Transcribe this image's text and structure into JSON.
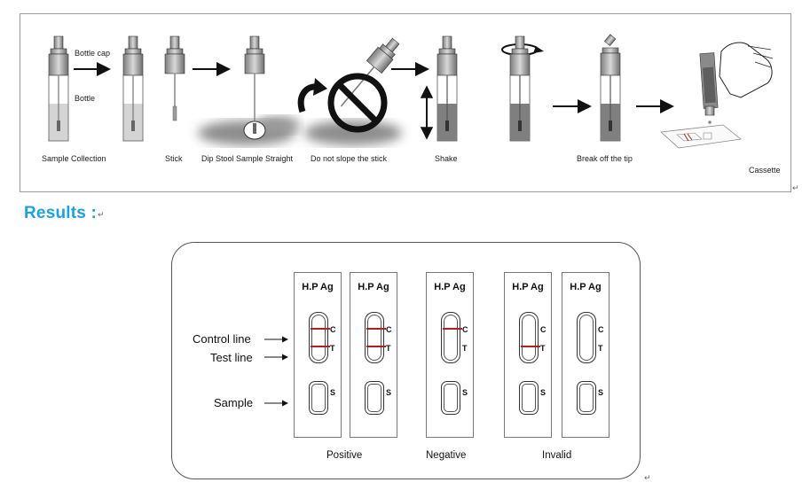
{
  "procedure": {
    "labels": {
      "bottle_cap": "Bottle cap",
      "bottle": "Bottle",
      "sample_collection": "Sample Collection",
      "stick": "Stick",
      "dip": "Dip Stool Sample Straight",
      "no_slope": "Do not slope the stick",
      "shake": "Shake",
      "break_tip": "Break off the tip",
      "cassette": "Cassette"
    },
    "paragraph_mark": "↵"
  },
  "results": {
    "heading": "Results :",
    "paragraph_mark": "↵",
    "pointers": {
      "control": "Control line",
      "test": "Test line",
      "sample": "Sample"
    },
    "card_title": "H.P Ag",
    "letters": {
      "c": "C",
      "t": "T",
      "s": "S"
    },
    "groups": {
      "positive": "Positive",
      "negative": "Negative",
      "invalid": "Invalid"
    },
    "cards": [
      {
        "group": "positive",
        "control_line": true,
        "test_line": true
      },
      {
        "group": "positive",
        "control_line": true,
        "test_line": true
      },
      {
        "group": "negative",
        "control_line": true,
        "test_line": false
      },
      {
        "group": "invalid",
        "control_line": false,
        "test_line": true
      },
      {
        "group": "invalid",
        "control_line": false,
        "test_line": false
      }
    ],
    "line_color": "#b41e1e"
  },
  "colors": {
    "heading": "#1aa3e0",
    "liquid": "#d4d4d4",
    "shadow": "#9a9a9a"
  }
}
